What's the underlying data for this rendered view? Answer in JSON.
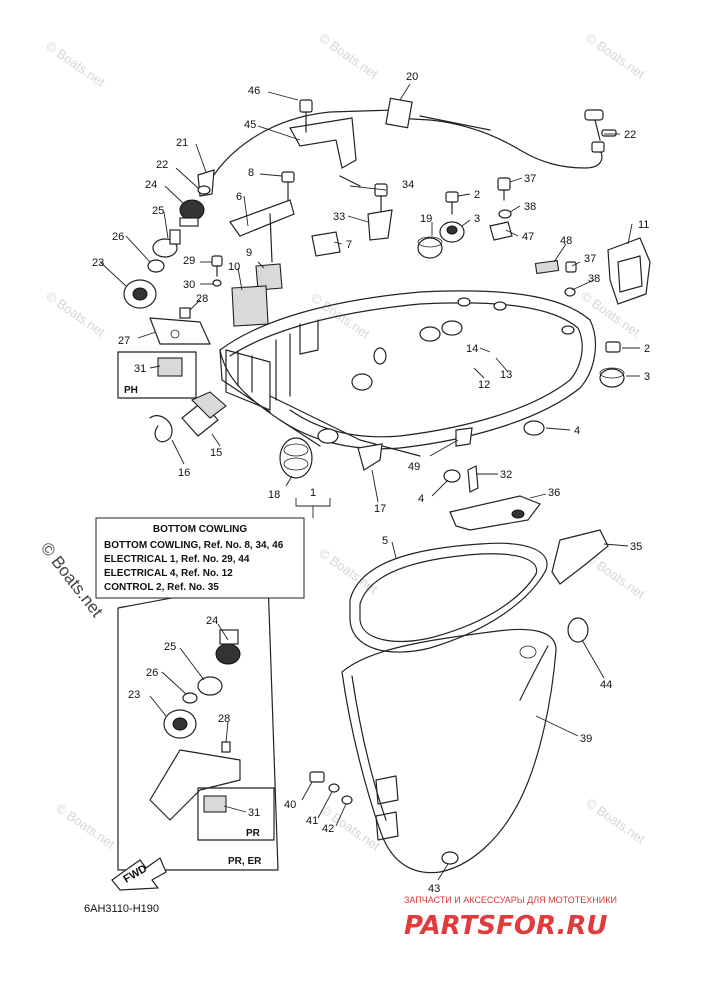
{
  "watermark": "© Boats.net",
  "diagram_code": "6AH3110-H190",
  "fwd_label": "FWD",
  "info_box": {
    "title": "BOTTOM COWLING",
    "lines": [
      "BOTTOM  COWLING,  Ref. No. 8, 34, 46",
      "ELECTRICAL 1,  Ref. No. 29, 44",
      "ELECTRICAL 4,  Ref. No. 12",
      "CONTROL 2,  Ref. No. 35"
    ]
  },
  "variant_labels": {
    "ph": "PH",
    "pr": "PR",
    "pr_er": "PR, ER"
  },
  "shop": {
    "subtitle": "ЗАПЧАСТИ И АКСЕССУАРЫ ДЛЯ МОТОТЕХНИКИ",
    "logo": "PARTSFOR.RU"
  },
  "callouts": {
    "c46": "46",
    "c20": "20",
    "c45": "45",
    "c22a": "22",
    "c21": "21",
    "c22b": "22",
    "c8": "8",
    "c24a": "24",
    "c34": "34",
    "c2a": "2",
    "c37a": "37",
    "c6": "6",
    "c38a": "38",
    "c25a": "25",
    "c33": "33",
    "c19": "19",
    "c3a": "3",
    "c47": "47",
    "c11": "11",
    "c26a": "26",
    "c7": "7",
    "c48": "48",
    "c37b": "37",
    "c29": "29",
    "c10": "10",
    "c9": "9",
    "c23a": "23",
    "c38b": "38",
    "c30": "30",
    "c28a": "28",
    "c27": "27",
    "c2b": "2",
    "c14": "14",
    "c31a": "31",
    "c13": "13",
    "c3b": "3",
    "c12": "12",
    "c4a": "4",
    "c15": "15",
    "c16": "16",
    "c49": "49",
    "c32": "32",
    "c18": "18",
    "c1": "1",
    "c4b": "4",
    "c17": "17",
    "c36": "36",
    "c5": "5",
    "c35": "35",
    "c24b": "24",
    "c25b": "25",
    "c44": "44",
    "c26b": "26",
    "c23b": "23",
    "c39": "39",
    "c28b": "28",
    "c40": "40",
    "c31b": "31",
    "c41": "41",
    "c42": "42",
    "c43": "43"
  }
}
